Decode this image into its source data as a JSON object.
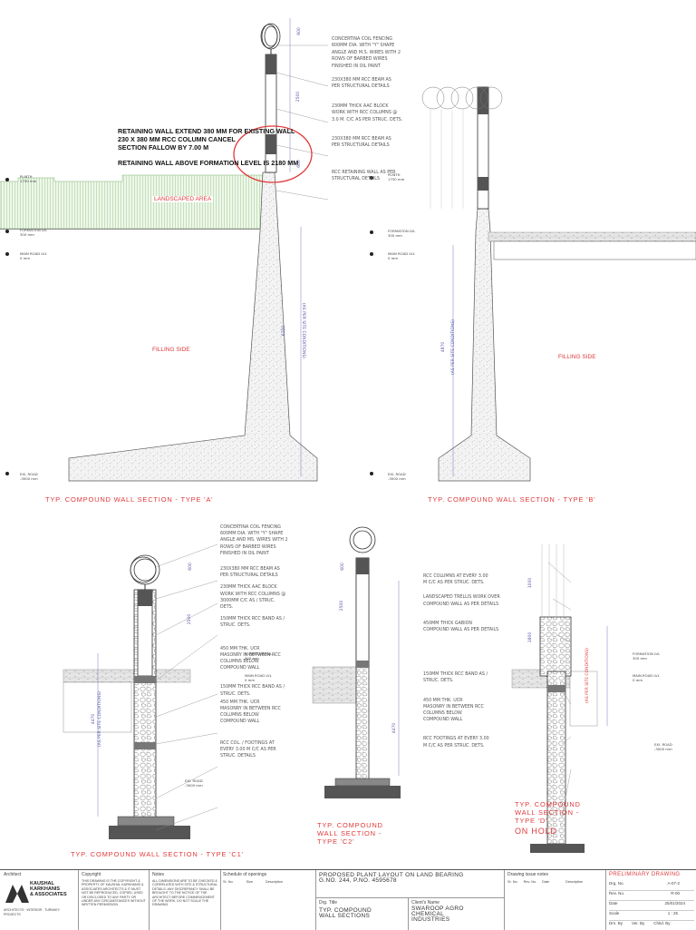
{
  "annotations": {
    "retaining_note_1": "RETAINING WALL EXTEND 380 MM FOR EXISTING WALL",
    "retaining_note_2": "230 X 380 MM RCC COLUMN CANCEL",
    "retaining_note_3": "SECTION FALLOW BY 7.00 M",
    "retaining_note_4": "RETAINING WALL ABOVE FORMATION LEVEL IS 2180 MM",
    "landscaped_area": "LANDSCAPED AREA",
    "filling_side_a": "FILLING SIDE",
    "filling_side_b": "FILLING SIDE"
  },
  "section_a": {
    "title": "TYP. COMPOUND WALL SECTION - TYPE 'A'",
    "notes": [
      "CONCERTINA COIL FENCING",
      "600MM DIA. WITH \"Y\" SHAPE",
      "ANGLE AND M.S. WIRES WITH 2",
      "ROWS OF BARBED WIRES",
      "FINISHED IN OIL PAINT",
      "230X380 MM RCC BEAM AS",
      "PER STRUCTURAL DETAILS",
      "230MM THICK AAC BLOCK",
      "WORK WITH RCC COLUMNS @",
      "3.0 M. C/C AS PER STRUC. DETS.",
      "230X380 MM RCC BEAM AS",
      "PER STRUCTURAL DETAILS",
      "RCC RETAINING WALL AS PER",
      "STRUCTURAL DETAILS"
    ],
    "levels": [
      "PLINTH",
      "1750 mm",
      "FORMATION LVL",
      "300 mm",
      "MAIN ROAD LVL",
      "0 mm",
      "EXI. ROAD",
      "-3000 mm"
    ],
    "dims": [
      "600",
      "2500",
      "600",
      "6700",
      "(AS PER SITE CONDITIONS)"
    ]
  },
  "section_b": {
    "title": "TYP. COMPOUND WALL SECTION - TYPE 'B'",
    "levels": [
      "PLINTH",
      "1750 mm",
      "FORMATION LVL",
      "300 mm",
      "MAIN ROAD LVL",
      "0 mm",
      "EXI. ROAD",
      "-3000 mm"
    ],
    "dims": [
      "4870",
      "(AS PER SITE CONDITIONS)"
    ]
  },
  "section_c1": {
    "title": "TYP. COMPOUND WALL SECTION - TYPE 'C1'",
    "notes": [
      "CONCERTINA COIL FENCING",
      "600MM DIA. WITH \"Y\" SHAPE",
      "ANGLE AND MS. WIRES WITH 2",
      "ROWS OF BARBED WIRES",
      "FINISHED IN OIL PAINT",
      "230X380 MM RCC BEAM AS",
      "PER STRUCTURAL DETAILS",
      "230MM THICK AAC BLOCK",
      "WORK WITH RCC COLUMNS @",
      "3000MM C/C AS / STRUC.",
      "DETS.",
      "150MM THICK RCC BAND AS /",
      "STRUC. DETS.",
      "450 MM THK. UCR",
      "MASONRY IN BETWEEN RCC",
      "COLUMNS BELOW",
      "COMPOUND WALL",
      "150MM THICK RCC BAND AS /",
      "STRUC. DETS.",
      "450 MM THK. UCR",
      "MASONRY IN BETWEEN RCC",
      "COLUMNS BELOW",
      "COMPOUND WALL",
      "RCC COL. / FOOTINGS AT",
      "EVERY 3.00 M C/C AS PER",
      "STRUC. DETAILS"
    ],
    "levels": [
      "FORMATION LVL",
      "300 mm",
      "MAIN ROAD LVL",
      "0 mm",
      "EXI. ROAD",
      "-3000 mm"
    ],
    "dims": [
      "600",
      "2500",
      "4470",
      "(AS PER SITE CONDITIONS)"
    ]
  },
  "section_c2": {
    "title_line1": "TYP. COMPOUND",
    "title_line2": "WALL SECTION -",
    "title_line3": "TYPE 'C2'",
    "dims": [
      "600",
      "2500",
      "4470"
    ]
  },
  "section_d": {
    "title_line1": "TYP. COMPOUND",
    "title_line2": "WALL SECTION -",
    "title_line3": "TYPE 'D'",
    "status": "ON HOLD",
    "notes": [
      "RCC COLUMNS AT EVERY 3.00",
      "M C/C AS PER STRUC. DETS.",
      "LANDSCAPED TRELLIS WORK OVER",
      "COMPOUND WALL AS PER DETAILS",
      "450MM THICK GABION",
      "COMPOUND WALL AS PER DETAILS",
      "150MM THICK RCC BAND AS /",
      "STRUC. DETS.",
      "450 MM THK. UCR",
      "MASONRY IN BETWEEN RCC",
      "COLUMNS BELOW",
      "COMPOUND WALL",
      "RCC FOOTINGS AT EVERY 3.00",
      "M C/C AS PER STRUC. DETS."
    ],
    "levels": [
      "FORMATION LVL",
      "300 mm",
      "MAIN ROAD LVL",
      "0 mm",
      "EXI. ROAD",
      "-3000 mm"
    ],
    "dims": [
      "1000",
      "1800",
      "(AS PER SITE CONDITIONS)"
    ]
  },
  "title_block": {
    "architect_label": "Architect",
    "firm_line1": "KAUSHAL",
    "firm_line2": "KARKHANIS",
    "firm_line3": "& ASSOCIATES",
    "firm_sub": "ARCHITECTS · INTERIOR · TURNKEY PROJECTS",
    "copyright_label": "Copyright",
    "copyright_text": "THIS DRAWING IS THE COPYRIGHT & PROPERTY OF KAUSHAL KARKHANIS & ASSOCIATES ARCHITECTS & IT MUST NOT BE REPRODUCED, COPIED, USED OR DISCLOSED TO ANY PARTY OR UNDER ANY CIRCUMSTANCES WITHOUT WRITTEN PERMISSION.",
    "notes_label": "Notes",
    "notes_text": "ALL DIMENSIONS ARE TO BE CHECKED & CORRELATED WITH SITE & STRUCTURAL DETAILS. ANY DISCREPANCY SHALL BE BROUGHT TO THE NOTICE OF THE ARCHITECT BEFORE COMMENCEMENT OF THE WORK. DO NOT SCALE THE DRAWING.",
    "schedule_label": "Schedule of openings",
    "schedule_cols": [
      "Sr. No.",
      "Size",
      "Description"
    ],
    "project_line1": "PROPOSED PLANT LAYOUT ON LAND BEARING",
    "project_line2": "G.NO. 244, P.NO. 4595678",
    "drawing_issue_label": "Drawing issue notes",
    "issue_cols": [
      "Sr. No.",
      "Rev. No.",
      "Date",
      "Description"
    ],
    "status": "PRELIMINARY DRAWING",
    "dwg_title_label": "Drg. Title",
    "dwg_title_1": "TYP. COMPOUND",
    "dwg_title_2": "WALL SECTIONS",
    "client_label": "Client's Name",
    "client_1": "SWAROOP AGRO",
    "client_2": "CHEMICAL",
    "client_3": "INDUSTRIES",
    "fields": [
      {
        "label": "Drg. No.",
        "value": "A-07-2"
      },
      {
        "label": "Rev. No.",
        "value": "R-00"
      },
      {
        "label": "Date",
        "value": "25/01/2024"
      },
      {
        "label": "Scale",
        "value": "1 : 25"
      }
    ],
    "footer": [
      "Drn. By",
      "Ver. By",
      "Chkd. By"
    ]
  }
}
